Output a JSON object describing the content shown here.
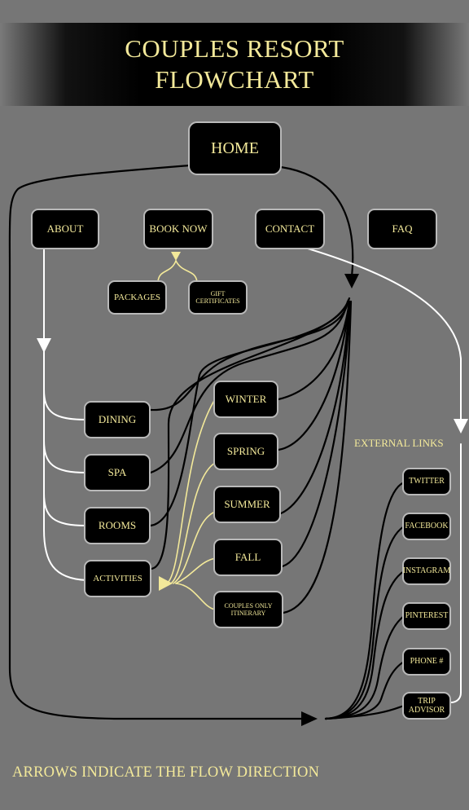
{
  "title": {
    "line1": "COUPLES RESORT",
    "line2": "FLOWCHART"
  },
  "nodes": {
    "home": "HOME",
    "about": "ABOUT",
    "book_now": "BOOK NOW",
    "contact": "CONTACT",
    "faq": "FAQ",
    "packages": "PACKAGES",
    "gift_certificates": "GIFT CERTIFICATES",
    "dining": "DINING",
    "spa": "SPA",
    "rooms": "ROOMS",
    "activities": "ACTIVITIES",
    "winter": "WINTER",
    "spring": "SPRING",
    "summer": "SUMMER",
    "fall": "FALL",
    "couples_itinerary": "COUPLES ONLY ITINERARY",
    "twitter": "TWITTER",
    "facebook": "FACEBOOK",
    "instagram": "INSTAGRAM",
    "pinterest": "PINTEREST",
    "phone": "PHONE #",
    "trip_advisor": "TRIP ADVISOR"
  },
  "external_links_label": "EXTERNAL LINKS",
  "footer": "ARROWS INDICATE THE FLOW DIRECTION",
  "colors": {
    "background": "#767676",
    "node_fill": "#000000",
    "node_border": "#b9b9b9",
    "text": "#f3e99a",
    "black_arrow": "#000000",
    "white_arrow": "#ffffff",
    "yellow_arrow": "#f3e99a"
  }
}
